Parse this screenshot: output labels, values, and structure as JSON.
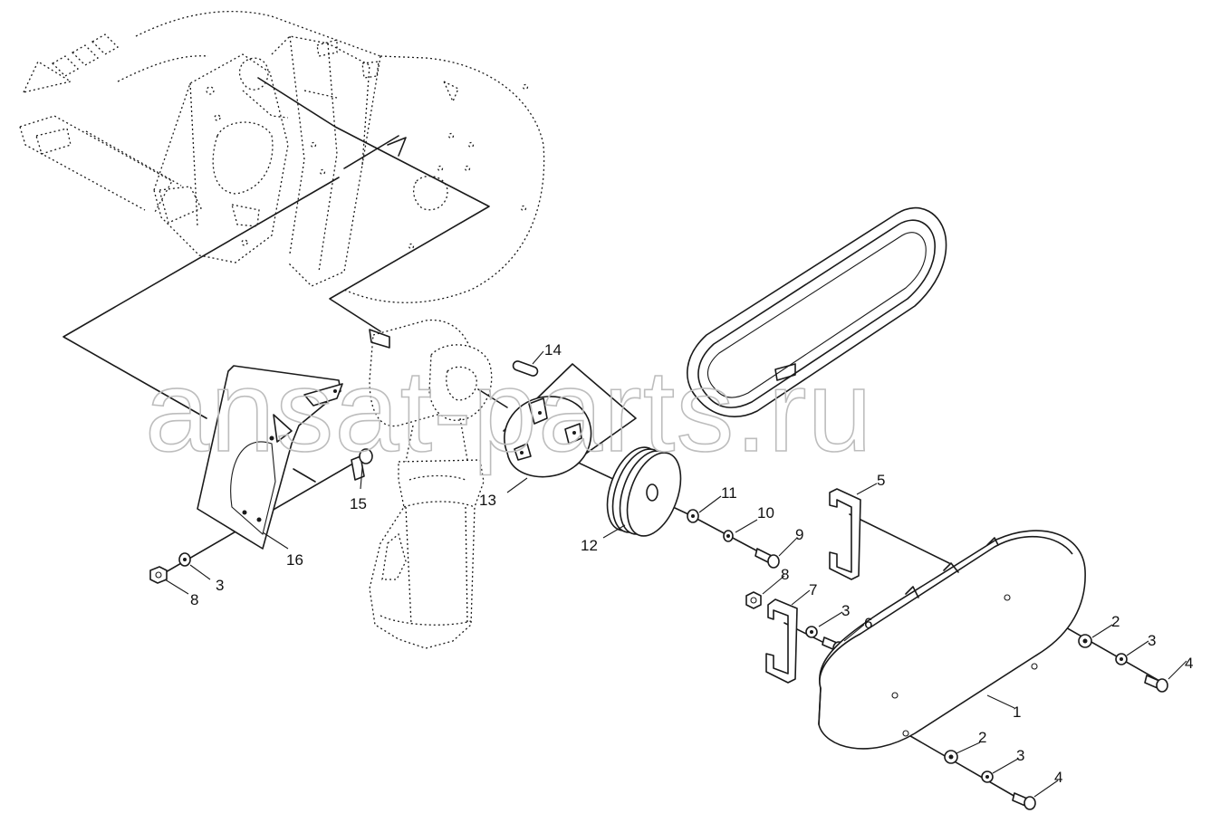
{
  "watermark": "ansat-parts.ru",
  "callouts": [
    {
      "id": "c1",
      "label": "1"
    },
    {
      "id": "c2a",
      "label": "2"
    },
    {
      "id": "c2b",
      "label": "2"
    },
    {
      "id": "c3a",
      "label": "3"
    },
    {
      "id": "c3b",
      "label": "3"
    },
    {
      "id": "c3c",
      "label": "3"
    },
    {
      "id": "c3d",
      "label": "3"
    },
    {
      "id": "c4a",
      "label": "4"
    },
    {
      "id": "c4b",
      "label": "4"
    },
    {
      "id": "c5",
      "label": "5"
    },
    {
      "id": "c6",
      "label": "6"
    },
    {
      "id": "c7",
      "label": "7"
    },
    {
      "id": "c8a",
      "label": "8"
    },
    {
      "id": "c8b",
      "label": "8"
    },
    {
      "id": "c9",
      "label": "9"
    },
    {
      "id": "c10",
      "label": "10"
    },
    {
      "id": "c11",
      "label": "11"
    },
    {
      "id": "c12",
      "label": "12"
    },
    {
      "id": "c13",
      "label": "13"
    },
    {
      "id": "c14",
      "label": "14"
    },
    {
      "id": "c15",
      "label": "15"
    },
    {
      "id": "c16",
      "label": "16"
    }
  ]
}
